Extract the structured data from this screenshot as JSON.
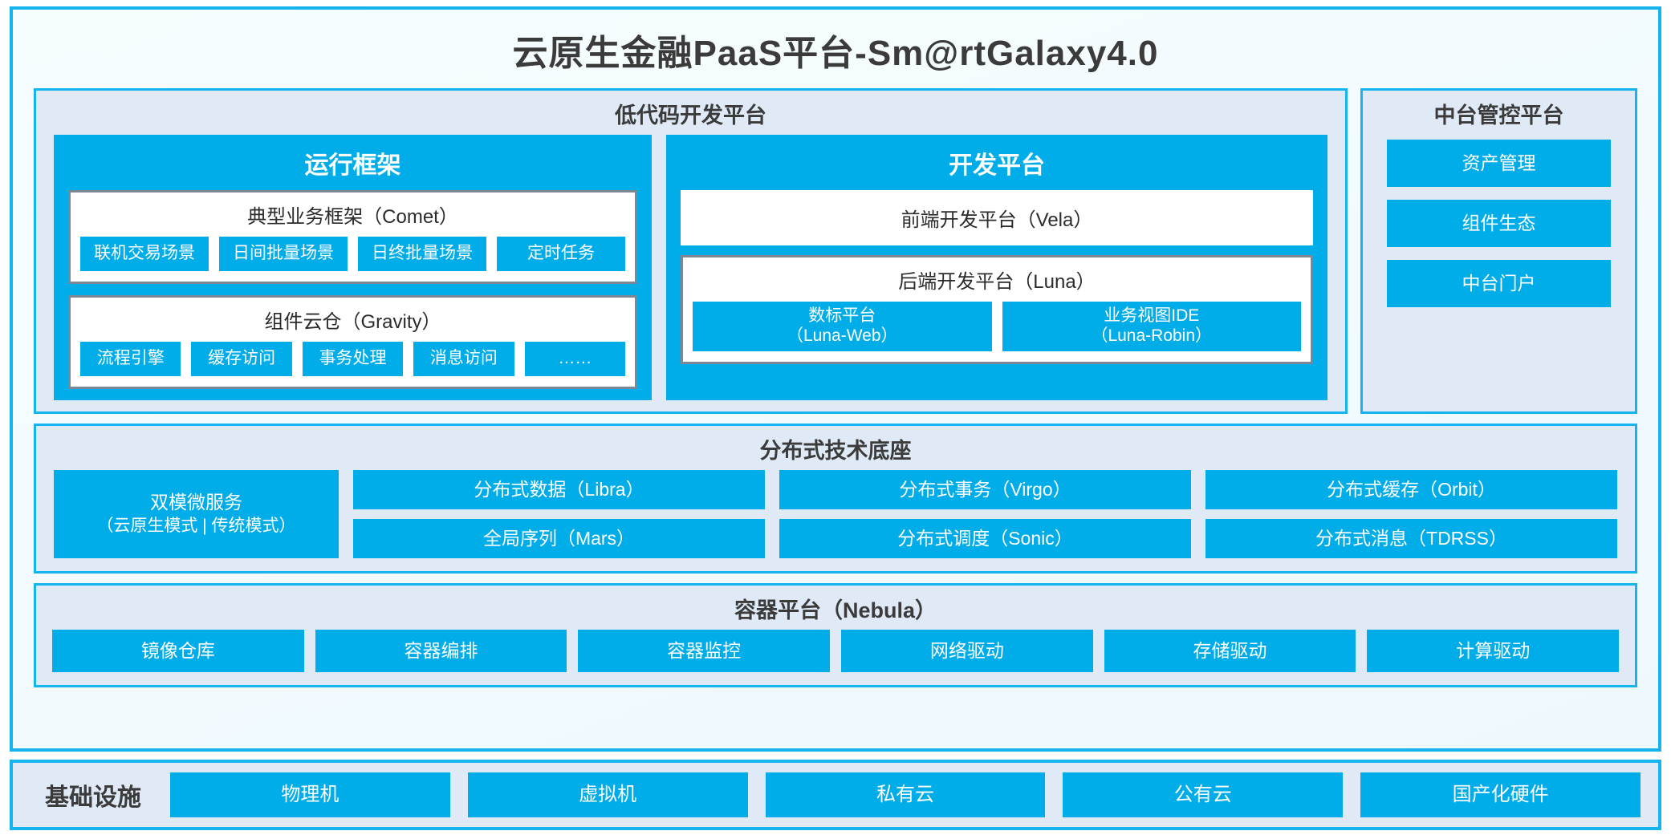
{
  "platform": {
    "title": "云原生金融PaaS平台-Sm@rtGalaxy4.0",
    "lowcode": {
      "title": "低代码开发平台",
      "runtime": {
        "title": "运行框架",
        "comet": {
          "title": "典型业务框架（Comet）",
          "items": [
            "联机交易场景",
            "日间批量场景",
            "日终批量场景",
            "定时任务"
          ]
        },
        "gravity": {
          "title": "组件云仓（Gravity）",
          "items": [
            "流程引擎",
            "缓存访问",
            "事务处理",
            "消息访问",
            "……"
          ]
        }
      },
      "devplatform": {
        "title": "开发平台",
        "vela": "前端开发平台（Vela）",
        "luna": {
          "title": "后端开发平台（Luna）",
          "items": [
            {
              "name": "数标平台",
              "code": "（Luna-Web）"
            },
            {
              "name": "业务视图IDE",
              "code": "（Luna-Robin）"
            }
          ]
        }
      }
    },
    "control": {
      "title": "中台管控平台",
      "items": [
        "资产管理",
        "组件生态",
        "中台门户"
      ]
    },
    "distributed": {
      "title": "分布式技术底座",
      "microservice": {
        "name": "双模微服务",
        "modes": "（云原生模式 | 传统模式）"
      },
      "columns": [
        [
          "分布式数据（Libra）",
          "全局序列（Mars）"
        ],
        [
          "分布式事务（Virgo）",
          "分布式调度（Sonic）"
        ],
        [
          "分布式缓存（Orbit）",
          "分布式消息（TDRSS）"
        ]
      ]
    },
    "container": {
      "title": "容器平台（Nebula）",
      "items": [
        "镜像仓库",
        "容器编排",
        "容器监控",
        "网络驱动",
        "存储驱动",
        "计算驱动"
      ]
    }
  },
  "infrastructure": {
    "label": "基础设施",
    "items": [
      "物理机",
      "虚拟机",
      "私有云",
      "公有云",
      "国产化硬件"
    ]
  },
  "colors": {
    "accent": "#00ade8",
    "border": "#16b4ee",
    "section_fill": "#dfeaf6",
    "panel_border": "#7b8794",
    "text_dark": "#3b3b3b"
  }
}
